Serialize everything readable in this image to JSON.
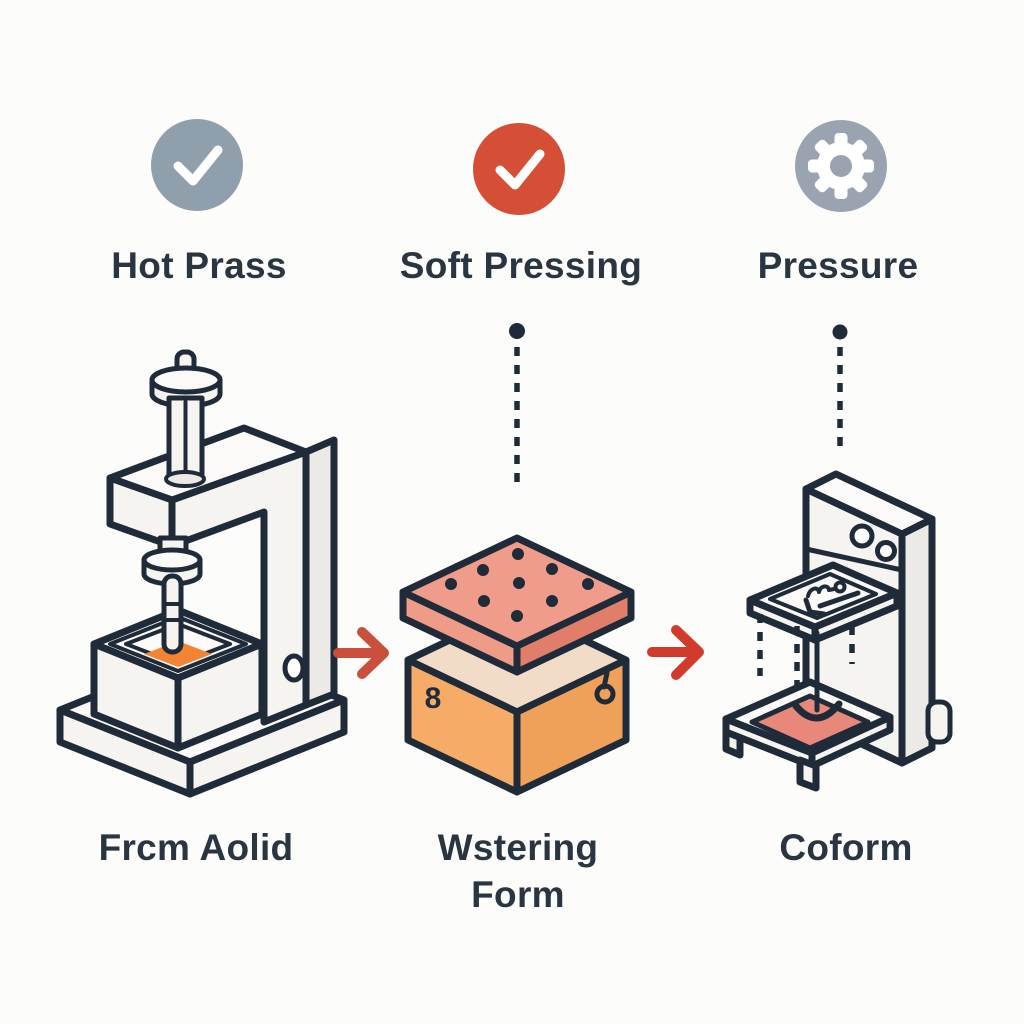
{
  "page": {
    "background": "#FCFCFA"
  },
  "columns": [
    {
      "title": "Hot Prass",
      "icon": "check-circle-icon",
      "icon_color": "#8FA0AC",
      "caption_line1": "Frcm Aolid",
      "caption_line2": "",
      "illustration": "hot-press-machine"
    },
    {
      "title": "Soft Pressing",
      "icon": "check-circle-icon",
      "icon_color": "#D44F36",
      "caption_line1": "Wstering",
      "caption_line2": "Form",
      "illustration": "layered-mold-block"
    },
    {
      "title": "Pressure",
      "icon": "gear-circle-icon",
      "icon_color": "#99A4B0",
      "caption_line1": "Coform",
      "caption_line2": "",
      "illustration": "press-tower-machine"
    }
  ],
  "markings": {
    "mold_box_label": "8"
  },
  "colors": {
    "ink": "#202B3A",
    "text": "#2A3542",
    "paper": "#FCFCFA",
    "arrow-red-1": "#C8503C",
    "arrow-red-2": "#D23B2B",
    "icon-gray": "#8FA0AC",
    "icon-red": "#D44F36",
    "icon-gear": "#99A4B0",
    "machine-light": "#F5F4F1",
    "machine-lighter": "#FBFAF8",
    "machine-mid": "#EBEAE7",
    "melt-orange": "#F28434",
    "slab-top": "#F09C8A",
    "slab-left": "#EE9B87",
    "slab-right": "#E07E6A",
    "box-top": "#F3DCC7",
    "box-left": "#F6AC66",
    "box-right": "#EFA059",
    "pad-salmon": "#E8887A"
  }
}
